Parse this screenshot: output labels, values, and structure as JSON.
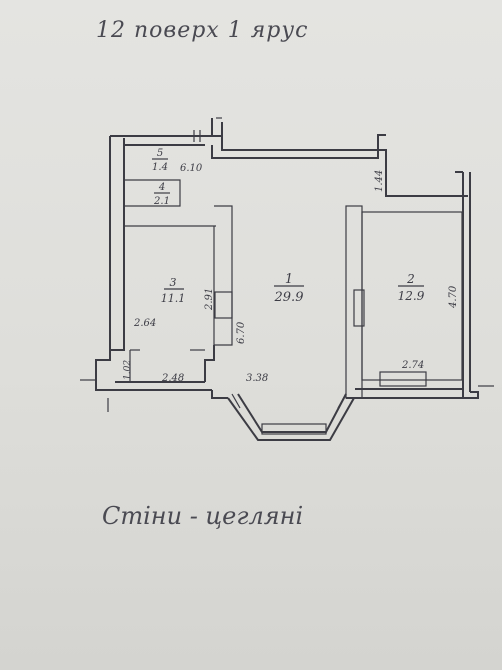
{
  "header": {
    "title": "12 поверх   1 ярус"
  },
  "rooms": [
    {
      "number": "1",
      "area": "29.9"
    },
    {
      "number": "2",
      "area": "12.9"
    },
    {
      "number": "3",
      "area": "11.1"
    },
    {
      "number": "4",
      "area": "2.1"
    },
    {
      "number": "5",
      "area": "1.4"
    }
  ],
  "dimensions": {
    "d1": "6.10",
    "d2": "1.44",
    "d3": "4.70",
    "d4": "2.91",
    "d5": "6.70",
    "d6": "2.64",
    "d7": "1.02",
    "d8": "2.48",
    "d9": "3.38",
    "d10": "2.74"
  },
  "footer": {
    "caption": "Стіни - цегляні"
  }
}
